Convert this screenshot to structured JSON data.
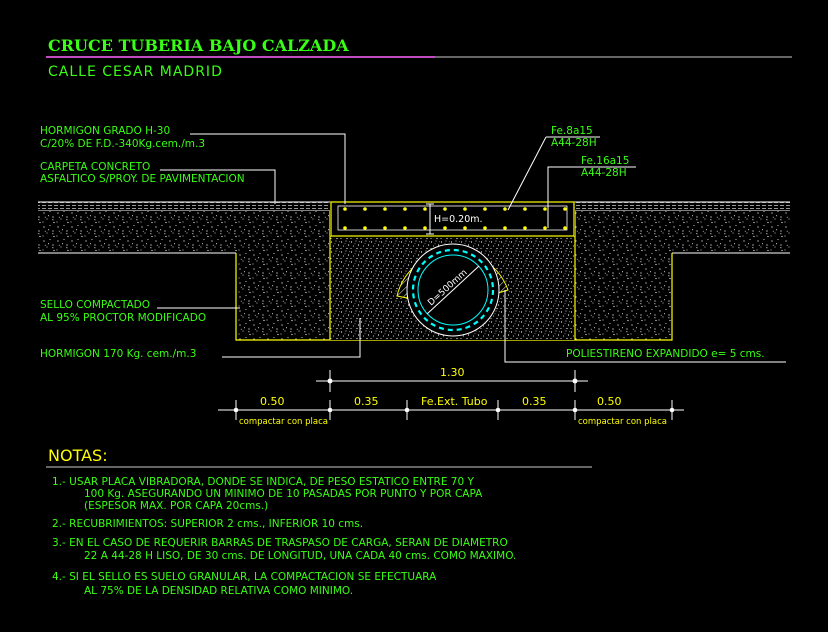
{
  "title": "CRUCE TUBERIA BAJO CALZADA",
  "subtitle": "CALLE CESAR MADRID",
  "labels": {
    "hormigon_h30_1": "HORMIGON GRADO H-30",
    "hormigon_h30_2": "C/20% DE F.D.-340Kg.cem./m.3",
    "carpeta_1": "CARPETA CONCRETO",
    "carpeta_2": "ASFALTICO S/PROY. DE PAVIMENTACION",
    "sello_1": "SELLO COMPACTADO",
    "sello_2": "AL 95%   PROCTOR MODIFICADO",
    "hormigon_170": "HORMIGON 170 Kg. cem./m.3",
    "fe8_1": "Fe.8a15",
    "fe8_2": "A44-28H",
    "fe16_1": "Fe.16a15",
    "fe16_2": "A44-28H",
    "h_label": "H=0.20m.",
    "diameter": "D=500mm",
    "poliestireno": "POLIESTIRENO EXPANDIDO e= 5 cms."
  },
  "dimensions": {
    "total": "1.30",
    "left": "0.50",
    "mid_left": "0.35",
    "tube": "Fe.Ext. Tubo",
    "mid_right": "0.35",
    "right": "0.50",
    "compact_left": "compactar con placa",
    "compact_right": "compactar con placa"
  },
  "notes": {
    "heading": "NOTAS:",
    "n1_1": "1.-  USAR PLACA VIBRADORA, DONDE SE INDICA, DE PESO ESTATICO ENTRE 70 Y",
    "n1_2": "100 Kg. ASEGURANDO UN MINIMO DE 10 PASADAS POR PUNTO Y POR CAPA",
    "n1_3": "(ESPESOR MAX. POR CAPA 20cms.)",
    "n2": "2.-  RECUBRIMIENTOS: SUPERIOR 2 cms., INFERIOR 10 cms.",
    "n3_1": "3.-  EN EL CASO DE REQUERIR BARRAS DE TRASPASO DE CARGA, SERAN   DE DIAMETRO",
    "n3_2": "22 A 44-28 H LISO, DE 30 cms. DE LONGITUD, UNA CADA 40 cms. COMO MAXIMO.",
    "n4_1": "4.-  SI EL SELLO ES SUELO GRANULAR, LA COMPACTACION SE EFECTUARA",
    "n4_2": "AL 75% DE LA DENSIDAD RELATIVA COMO MINIMO."
  }
}
